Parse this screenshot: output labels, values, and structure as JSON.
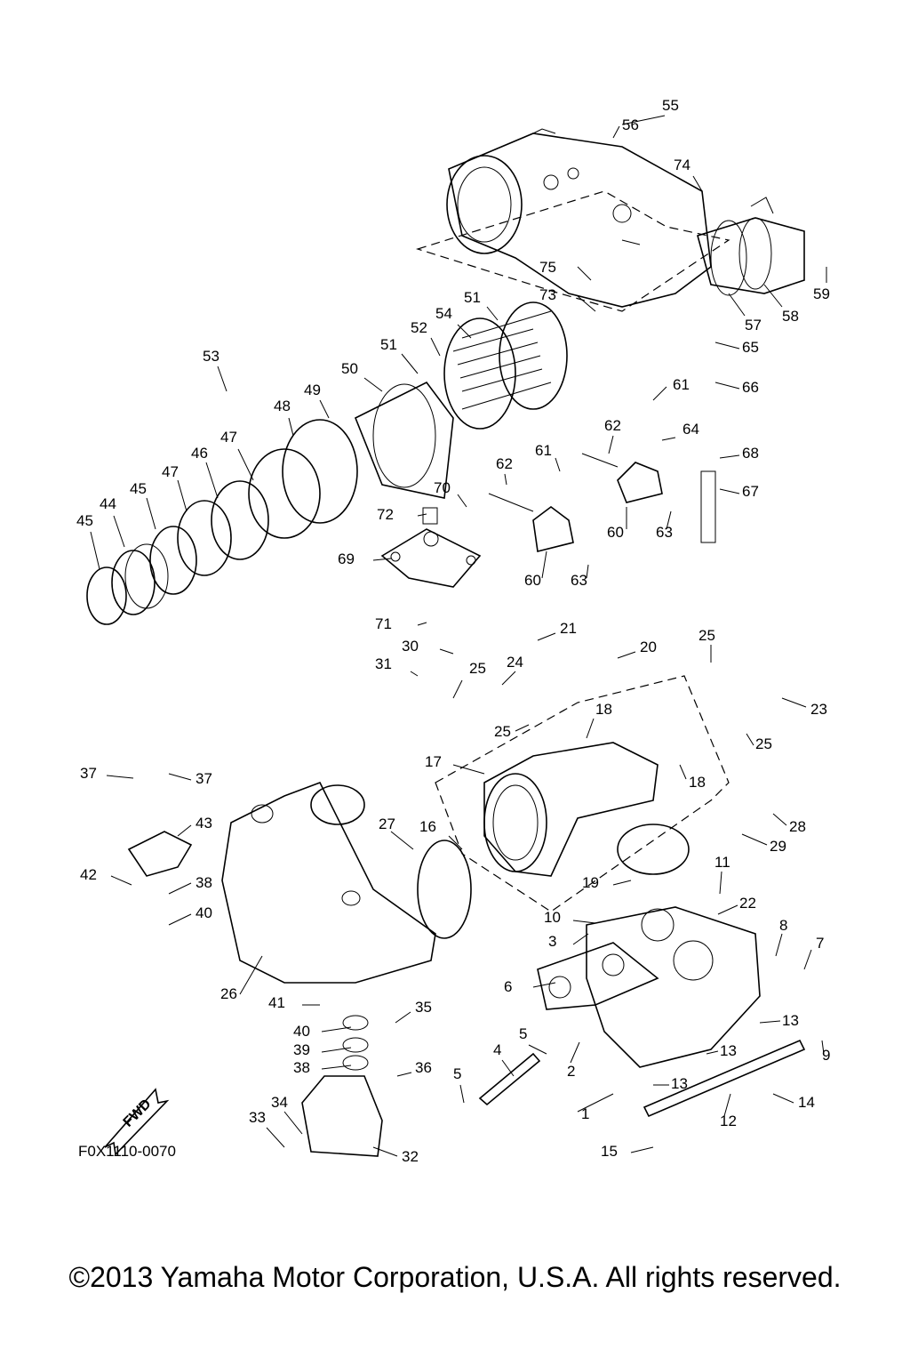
{
  "diagram_code": "F0X1110-0070",
  "copyright": "©2013 Yamaha Motor Corporation, U.S.A. All rights reserved.",
  "fwd_label": "FWD",
  "callouts": [
    "1",
    "2",
    "3",
    "4",
    "5",
    "6",
    "7",
    "8",
    "9",
    "10",
    "11",
    "12",
    "13",
    "14",
    "15",
    "16",
    "17",
    "18",
    "19",
    "20",
    "21",
    "22",
    "23",
    "24",
    "25",
    "26",
    "27",
    "28",
    "29",
    "30",
    "31",
    "32",
    "33",
    "34",
    "35",
    "36",
    "37",
    "38",
    "39",
    "40",
    "41",
    "42",
    "43",
    "44",
    "45",
    "46",
    "47",
    "48",
    "49",
    "50",
    "51",
    "52",
    "53",
    "54",
    "55",
    "56",
    "57",
    "58",
    "59",
    "60",
    "61",
    "62",
    "63",
    "64",
    "65",
    "66",
    "67",
    "68",
    "69",
    "70",
    "71",
    "72",
    "73",
    "74",
    "75"
  ]
}
